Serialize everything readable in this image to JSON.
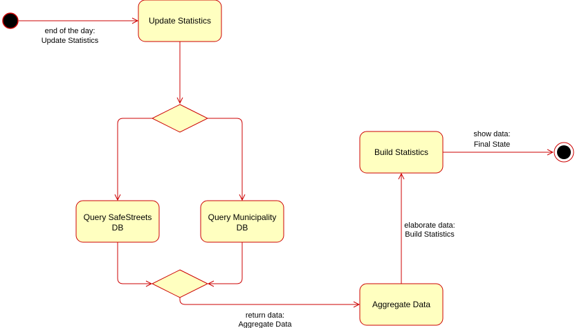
{
  "colors": {
    "stroke": "#cc0000",
    "fill": "#ffffc0",
    "initial": "#000000",
    "text": "#000000"
  },
  "nodes": {
    "update_statistics": {
      "label": "Update Statistics"
    },
    "query_safestreets": {
      "line1": "Query SafeStreets",
      "line2": "DB"
    },
    "query_municipality": {
      "line1": "Query Municipality",
      "line2": "DB"
    },
    "aggregate_data": {
      "label": "Aggregate Data"
    },
    "build_statistics": {
      "label": "Build Statistics"
    }
  },
  "edges": {
    "start_to_update": {
      "line1": "end of the day:",
      "line2": "Update Statistics"
    },
    "merge_to_aggregate": {
      "line1": "return data:",
      "line2": "Aggregate Data"
    },
    "aggregate_to_build": {
      "line1": "elaborate data:",
      "line2": "Build Statistics"
    },
    "build_to_final": {
      "line1": "show data:",
      "line2": "Final State"
    }
  }
}
